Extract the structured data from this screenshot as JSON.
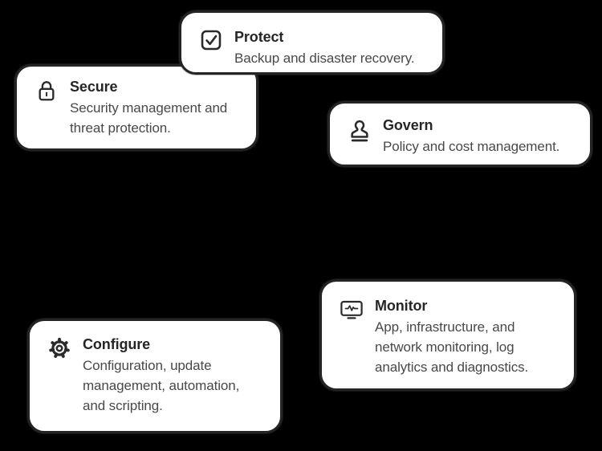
{
  "colors": {
    "background": "#000000",
    "card_background": "#ffffff",
    "card_border": "#242424",
    "title_text": "#262626",
    "body_text": "#484848",
    "icon_stroke": "#2a2a2a"
  },
  "cards": [
    {
      "id": "protect",
      "icon": "checkbox-check-icon",
      "title": "Protect",
      "description": "Backup and disaster recovery."
    },
    {
      "id": "secure",
      "icon": "lock-icon",
      "title": "Secure",
      "description": "Security management and\nthreat protection."
    },
    {
      "id": "govern",
      "icon": "stamp-icon",
      "title": "Govern",
      "description": "Policy and cost management."
    },
    {
      "id": "monitor",
      "icon": "monitor-pulse-icon",
      "title": "Monitor",
      "description": "App, infrastructure, and\nnetwork monitoring, log\nanalytics and diagnostics."
    },
    {
      "id": "configure",
      "icon": "gear-icon",
      "title": "Configure",
      "description": "Configuration, update\nmanagement, automation,\nand scripting."
    }
  ]
}
